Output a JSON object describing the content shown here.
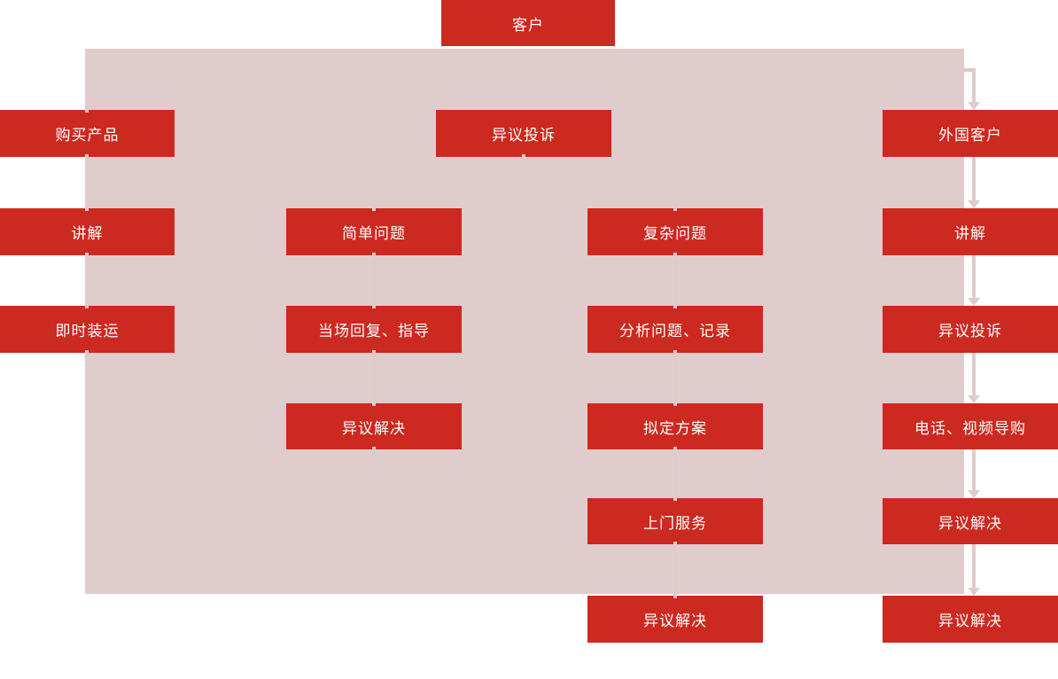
{
  "colors": {
    "node_fill": "#CC2920",
    "node_text": "#FFFFFF",
    "lane_fill": "#E0CCCC",
    "connector": "#DFCBCB",
    "page_bg": "#FFFFFF"
  },
  "diagram": {
    "type": "flowchart",
    "nodes": [
      {
        "id": "customer",
        "label": "客户"
      },
      {
        "id": "buy-product",
        "label": "购买产品"
      },
      {
        "id": "explain-left",
        "label": "讲解"
      },
      {
        "id": "immediate-shipment",
        "label": "即时装运"
      },
      {
        "id": "objection-complaint-center",
        "label": "异议投诉"
      },
      {
        "id": "simple-problem",
        "label": "简单问题"
      },
      {
        "id": "onsite-reply-guidance",
        "label": "当场回复、指导"
      },
      {
        "id": "objection-resolved-simple",
        "label": "异议解决"
      },
      {
        "id": "complex-problem",
        "label": "复杂问题"
      },
      {
        "id": "analyze-problem-record",
        "label": "分析问题、记录"
      },
      {
        "id": "draft-plan",
        "label": "拟定方案"
      },
      {
        "id": "door-to-door-service",
        "label": "上门服务"
      },
      {
        "id": "objection-resolved-complex",
        "label": "异议解决"
      },
      {
        "id": "foreign-customer",
        "label": "外国客户"
      },
      {
        "id": "explain-right",
        "label": "讲解"
      },
      {
        "id": "objection-complaint-right",
        "label": "异议投诉"
      },
      {
        "id": "phone-video-guide",
        "label": "电话、视频导购"
      },
      {
        "id": "objection-resolved-right-1",
        "label": "异议解决"
      },
      {
        "id": "objection-resolved-right-2",
        "label": "异议解决"
      }
    ],
    "edges": [
      {
        "from": "lane",
        "to": "foreign-customer"
      },
      {
        "from": "foreign-customer",
        "to": "explain-right"
      },
      {
        "from": "explain-right",
        "to": "objection-complaint-right"
      },
      {
        "from": "objection-complaint-right",
        "to": "phone-video-guide"
      },
      {
        "from": "phone-video-guide",
        "to": "objection-resolved-right-1"
      },
      {
        "from": "objection-resolved-right-1",
        "to": "objection-resolved-right-2"
      }
    ]
  }
}
